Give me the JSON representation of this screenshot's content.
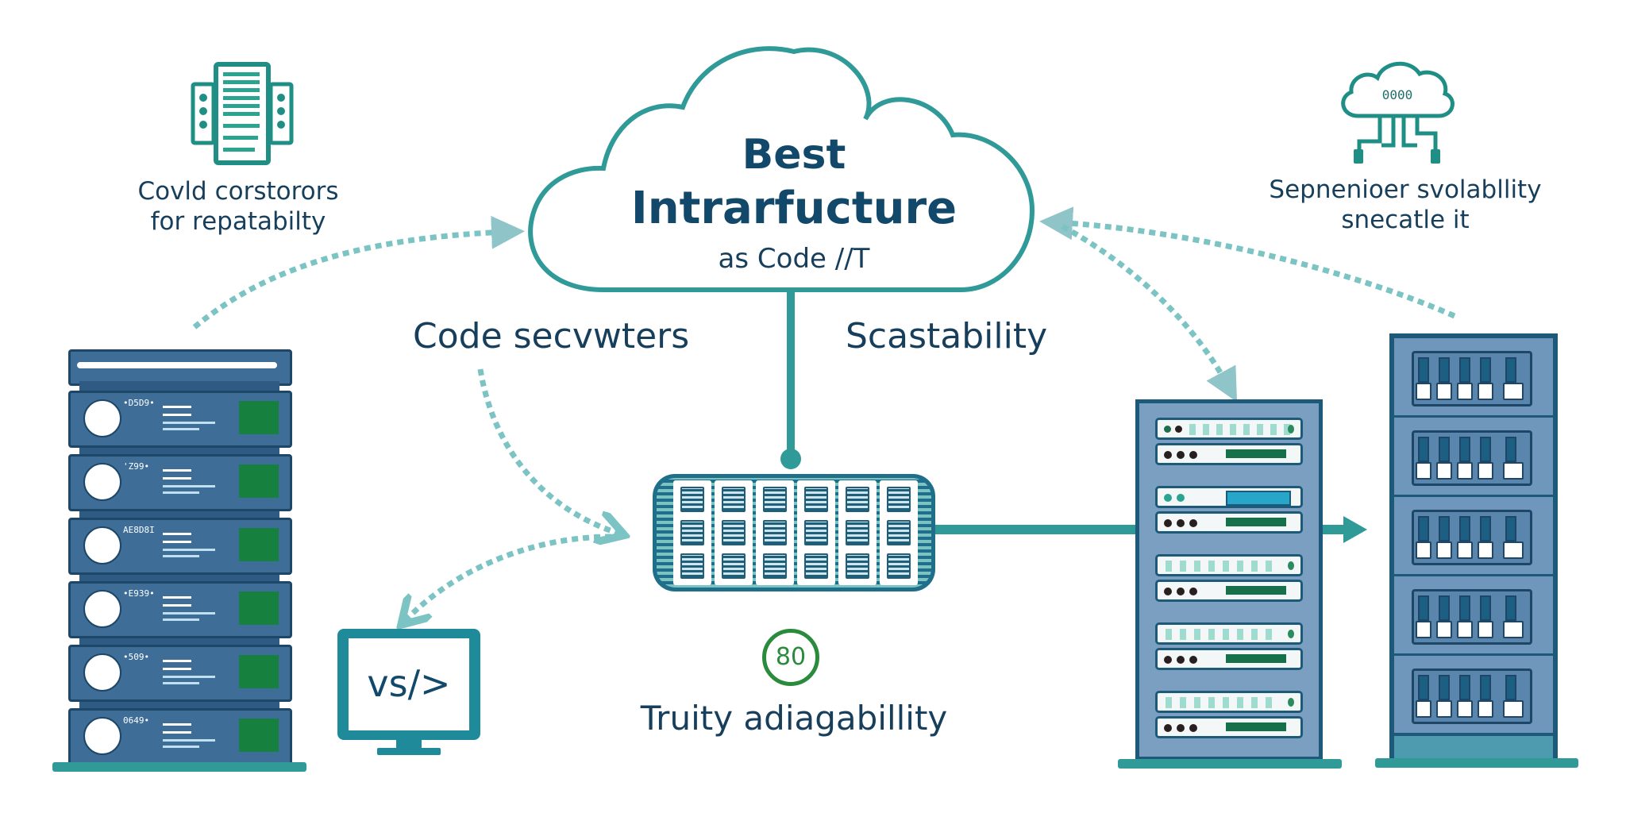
{
  "colors": {
    "teal": "#2f9a98",
    "teal_light": "#7cc4c4",
    "navy": "#12496b",
    "text": "#173f5c",
    "rack_blue": "#3e6d98",
    "rack_light": "#7b9fc0",
    "green": "#16803f",
    "badge_green": "#2a8b3d"
  },
  "cloud": {
    "title_line1": "Best",
    "title_line2": "Intrarfucture",
    "subtitle": "as Code //T"
  },
  "top_left": {
    "icon": "server-document-icon",
    "line1": "Covld corstorors",
    "line2": "for repatabilty"
  },
  "top_right": {
    "icon": "cloud-network-icon",
    "cloud_glyph": "0000",
    "line1": "Sepnenioer svolabllity",
    "line2": "snecatle it"
  },
  "labels": {
    "code_servers": "Code secvwters",
    "scalability": "Scastability",
    "bottom_caption": "Truity adiagabillity"
  },
  "badge": {
    "value": "80"
  },
  "monitor": {
    "text": "vs/>"
  },
  "left_rack": {
    "units": [
      {
        "code": "•D5D9•"
      },
      {
        "code": "'Z99•"
      },
      {
        "code": "AE8D8I"
      },
      {
        "code": "•E939•"
      },
      {
        "code": "•509•"
      },
      {
        "code": "0649•"
      }
    ]
  }
}
